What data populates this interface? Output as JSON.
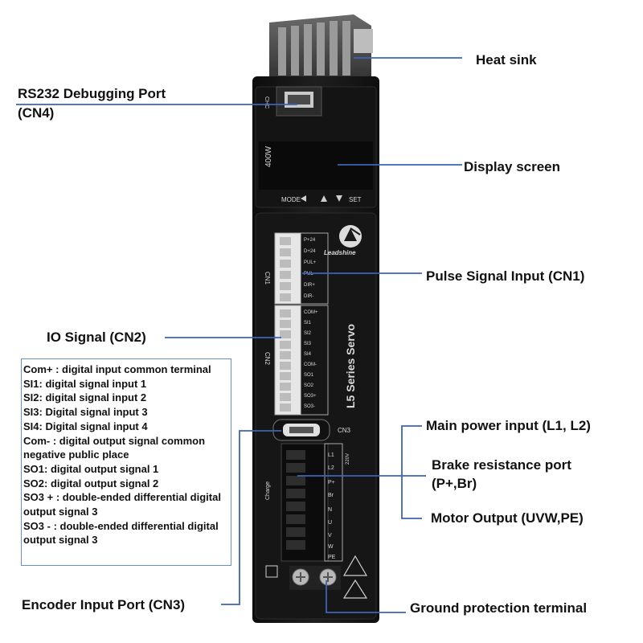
{
  "device": {
    "brand": "Leadshine",
    "series": "L5 Series Servo",
    "power": "400W",
    "buttons": [
      "MODE",
      "SET"
    ],
    "connectors": {
      "cn1": "CN1",
      "cn2": "CN2",
      "cn3": "CN3",
      "cn1_pins": [
        "P+24",
        "D+24",
        "PUL+",
        "PUL-",
        "DIR+",
        "DIR-"
      ],
      "cn2_pins": [
        "COM+",
        "SI1",
        "SI2",
        "SI3",
        "SI4",
        "COM-",
        "SO1",
        "SO2",
        "SO3+",
        "SO3-"
      ],
      "power_pins": [
        "L1",
        "L2",
        "P+",
        "Br",
        "N",
        "U",
        "V",
        "W",
        "PE"
      ],
      "voltage": "220V",
      "charge": "Charge"
    },
    "side_text": "CHC"
  },
  "callouts": {
    "heat_sink": "Heat sink",
    "rs232_line1": "RS232 Debugging Port",
    "rs232_line2": "(CN4)",
    "display": "Display screen",
    "pulse": "Pulse Signal Input (CN1)",
    "io": "IO Signal (CN2)",
    "main_power": "Main power input (L1, L2)",
    "brake_line1": "Brake resistance port",
    "brake_line2": "(P+,Br)",
    "motor": "Motor Output (UVW,PE)",
    "encoder": "Encoder Input Port (CN3)",
    "ground": "Ground protection terminal"
  },
  "legend": [
    "Com+ : digital input common terminal",
    "SI1: digital signal input 1",
    "SI2: digital signal input 2",
    "SI3: Digital signal input 3",
    "SI4: Digital signal input 4",
    "Com- : digital output signal common negative public place",
    "SO1: digital output signal 1",
    "SO2: digital output signal 2",
    "SO3 + : double-ended differential digital output signal 3",
    "SO3 - : double-ended differential digital output signal 3"
  ],
  "colors": {
    "leader": "#3d63b8",
    "body": "#1a1a1a",
    "connector": "#e6e6e6"
  }
}
